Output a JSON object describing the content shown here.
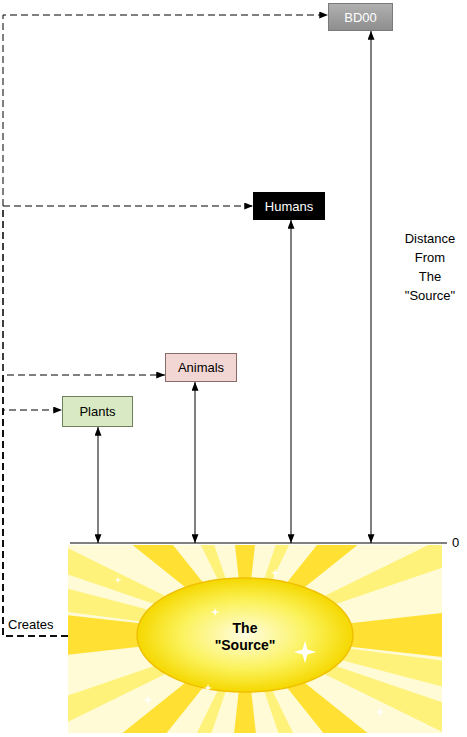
{
  "diagram": {
    "nodes": [
      {
        "text": [
          "BD00"
        ]
      },
      {
        "text": [
          "Humans"
        ]
      },
      {
        "text": [
          "Animals"
        ]
      },
      {
        "text": [
          "Plants"
        ]
      },
      {
        "text": [
          "The \"Source\""
        ]
      }
    ],
    "edges": [
      {
        "from": 4,
        "to": 0,
        "arrow": "to",
        "label": "Creates"
      },
      {
        "from": 4,
        "to": 1,
        "arrow": "to"
      },
      {
        "from": 4,
        "to": 2,
        "arrow": "to"
      },
      {
        "from": 4,
        "to": 3,
        "arrow": "to"
      },
      {
        "from": 3,
        "to": 4,
        "arrow": "both"
      },
      {
        "from": 2,
        "to": 4,
        "arrow": "both"
      },
      {
        "from": 1,
        "to": 4,
        "arrow": "both"
      },
      {
        "from": 0,
        "to": 4,
        "arrow": "both"
      }
    ],
    "labels": [
      "Distance From The \"Source\"",
      "0"
    ]
  }
}
